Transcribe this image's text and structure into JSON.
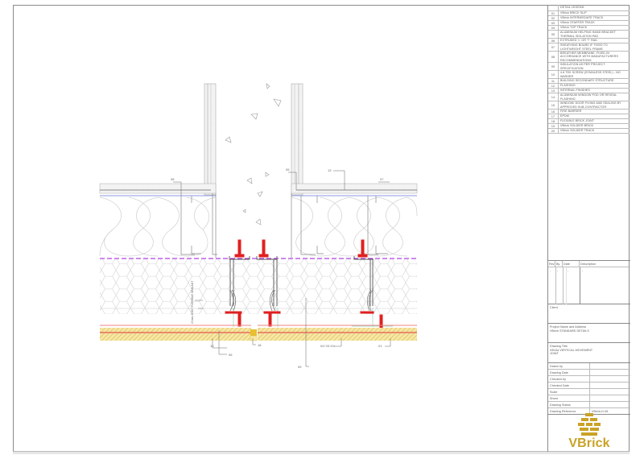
{
  "legend": {
    "title": "DETAIL LEGEND:",
    "items": [
      {
        "num": "01",
        "text": "VBrick BRICK SLIP"
      },
      {
        "num": "02",
        "text": "VBrick INTERMEDIATE TRACK"
      },
      {
        "num": "03",
        "text": "VBrick STARTER TRACK"
      },
      {
        "num": "04",
        "text": "VBrick TOP TRACK"
      },
      {
        "num": "05",
        "text": "ALUMINIUM HELPING HAND BRACKET THERMAL ISOLATION PAD"
      },
      {
        "num": "06",
        "text": "EXTRUDED 'L' OR 'T' RAIL"
      },
      {
        "num": "07",
        "text": "SHEATHING BOARD IF FIXED TO LIGHTWEIGHT STEEL FRAME"
      },
      {
        "num": "08",
        "text": "BREATHER MEMBRANE, FIXED IN ACCORDANCE WITH MANUFACTURERS RECOMMENDATIONS"
      },
      {
        "num": "09",
        "text": "INSULATION AS PER PROJECT SPECIFICATION"
      },
      {
        "num": "10",
        "text": "4.8 TEK SCREW (STAINLESS STEEL) - NO WASHER"
      },
      {
        "num": "11",
        "text": "BUILDING SECONDARY STRUCTURE"
      },
      {
        "num": "12",
        "text": "FLASHING"
      },
      {
        "num": "13",
        "text": "INTERNAL FINISHES"
      },
      {
        "num": "14",
        "text": "ALUMINIUM WINDOW POD OR REVEAL FLASHING"
      },
      {
        "num": "15",
        "text": "WINDOW/ DOOR FIXING AND SEALING BY APPROVED SUB-CONTRACTOR"
      },
      {
        "num": "16",
        "text": "FIRE BARRIER"
      },
      {
        "num": "17",
        "text": "EPDM"
      },
      {
        "num": "18",
        "text": "FLEXIBLE BRICK JOINT"
      },
      {
        "num": "19",
        "text": "VBrick SOLDIER BRICK"
      },
      {
        "num": "20",
        "text": "VBrick SOLDIER TRACK"
      }
    ]
  },
  "revisions": {
    "headers": [
      "Rev",
      "By",
      "Date",
      "Description"
    ],
    "rows": [
      [
        "-",
        "-",
        "-",
        "-"
      ]
    ]
  },
  "client": {
    "label": "Client",
    "value": ""
  },
  "project": {
    "label": "Project Name and Address",
    "value": "VBrick STANDARD DETAILS"
  },
  "drawing_title": {
    "label": "Drawing Title",
    "value": "VB10a VERTICAL MOVEMENT JOINT"
  },
  "fields": [
    {
      "key": "Drawn by",
      "value": ""
    },
    {
      "key": "Drawing Date",
      "value": ""
    },
    {
      "key": "Checked by",
      "value": ""
    },
    {
      "key": "Checked Date",
      "value": ""
    },
    {
      "key": "Scale",
      "value": ""
    },
    {
      "key": "Sheet",
      "value": ""
    },
    {
      "key": "Drawing Status",
      "value": ""
    },
    {
      "key": "Drawing Reference",
      "value": "VBrick-D-06"
    }
  ],
  "logo": {
    "text": "VBrick",
    "color": "#c9a227"
  },
  "drawing_labels": {
    "l08": "08",
    "l05": "05",
    "l13": "13",
    "l07": "07",
    "l10": "10",
    "l06": "06",
    "l18": "18",
    "l09": "09",
    "l020304": "02/ 03 /04",
    "l01": "01",
    "vertical_note": "20mm JOINT FLEXIBLE SEALANT"
  },
  "colors": {
    "membrane": "#b040e0",
    "blue_line": "#6677dd",
    "screw_red": "#e02020",
    "brick_fill": "#f3dc8a",
    "brick_hatch": "#d9b84a",
    "track_red": "#e05030",
    "insulation": "#c8c8c8"
  }
}
